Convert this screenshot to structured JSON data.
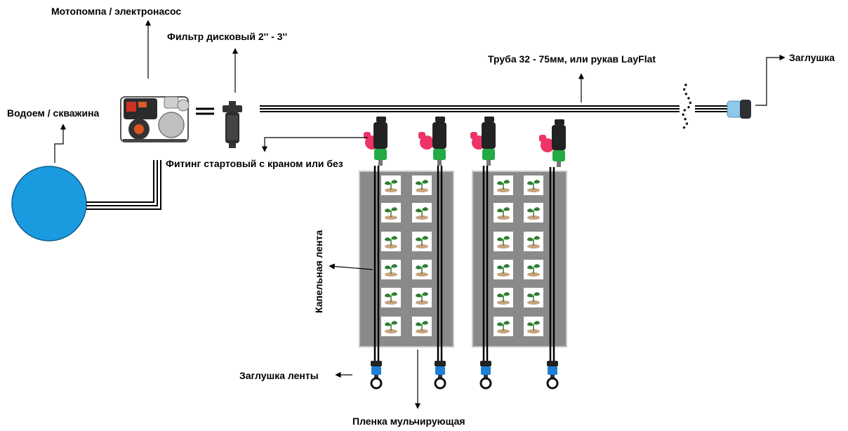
{
  "labels": {
    "source": "Водоем / скважина",
    "pump": "Мотопомпа / электронасос",
    "filter": "Фильтр дисковый 2'' - 3''",
    "pipe": "Труба 32 - 75мм, или рукав LayFlat",
    "end_plug": "Заглушка",
    "fitting": "Фитинг стартовый с краном или без",
    "drip_tape": "Капельная лента",
    "tape_plug": "Заглушка ленты",
    "mulch_film": "Пленка мульчирующая"
  },
  "colors": {
    "water": "#1a9be0",
    "valve_handle": "#ee3366",
    "fitting_green": "#22aa44",
    "plug_blue": "#1e7fd6",
    "film_gray": "#8a8a8a",
    "plant_leaf": "#2e7d32",
    "soil": "#c9a27e"
  },
  "icons": {
    "pump": "motor-pump-icon",
    "filter": "disc-filter-icon",
    "valve": "valve-fitting-icon",
    "end_plug": "pipe-end-plug-icon",
    "tape_plug": "tape-plug-icon",
    "plant": "seedling-icon"
  }
}
